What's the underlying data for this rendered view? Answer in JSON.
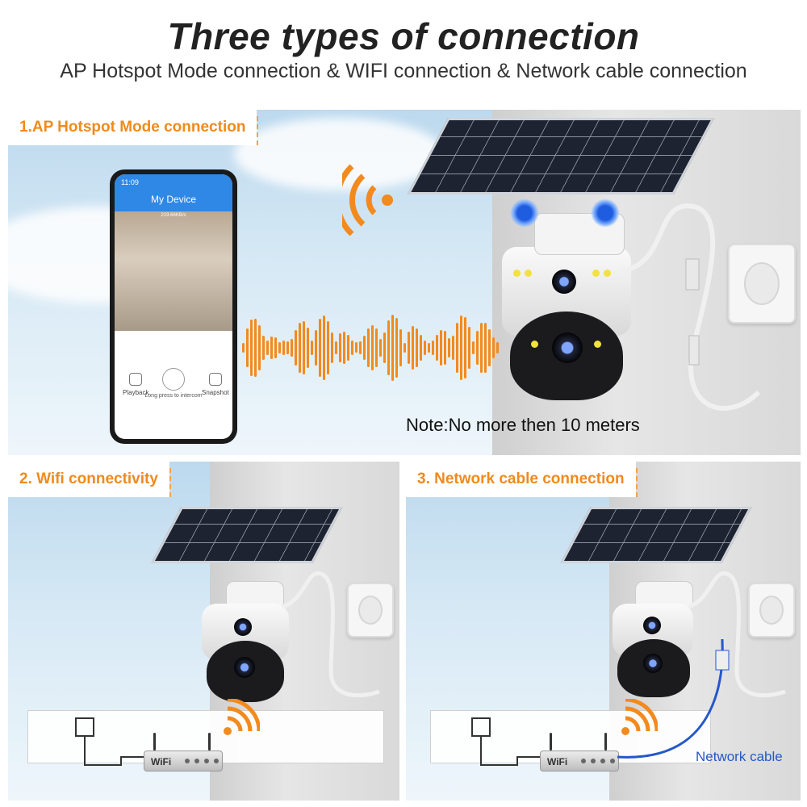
{
  "header": {
    "title": "Three types of connection",
    "subtitle": "AP Hotspot Mode connection & WIFI connection & Network cable connection"
  },
  "sections": [
    {
      "label": "1.AP Hotspot Mode connection"
    },
    {
      "label": "2. Wifi connectivity"
    },
    {
      "label": "3. Network cable connection"
    }
  ],
  "phone": {
    "time": "11:09",
    "app_title": "My Device",
    "rate": "219.66KB/s",
    "playback_label": "Playback",
    "snapshot_label": "Snapshot",
    "intercom_hint": "Long press to intercom"
  },
  "note": "Note:No more then 10 meters",
  "router": {
    "label": "WiFi"
  },
  "network_cable_label": "Network cable",
  "colors": {
    "accent": "#f08a1c",
    "cable_blue": "#2458c9"
  },
  "icons": [
    "wifi-signal-icon",
    "sound-wave-icon",
    "solar-panel-icon",
    "camera-icon",
    "power-outlet-icon",
    "router-icon",
    "plug-icon"
  ]
}
